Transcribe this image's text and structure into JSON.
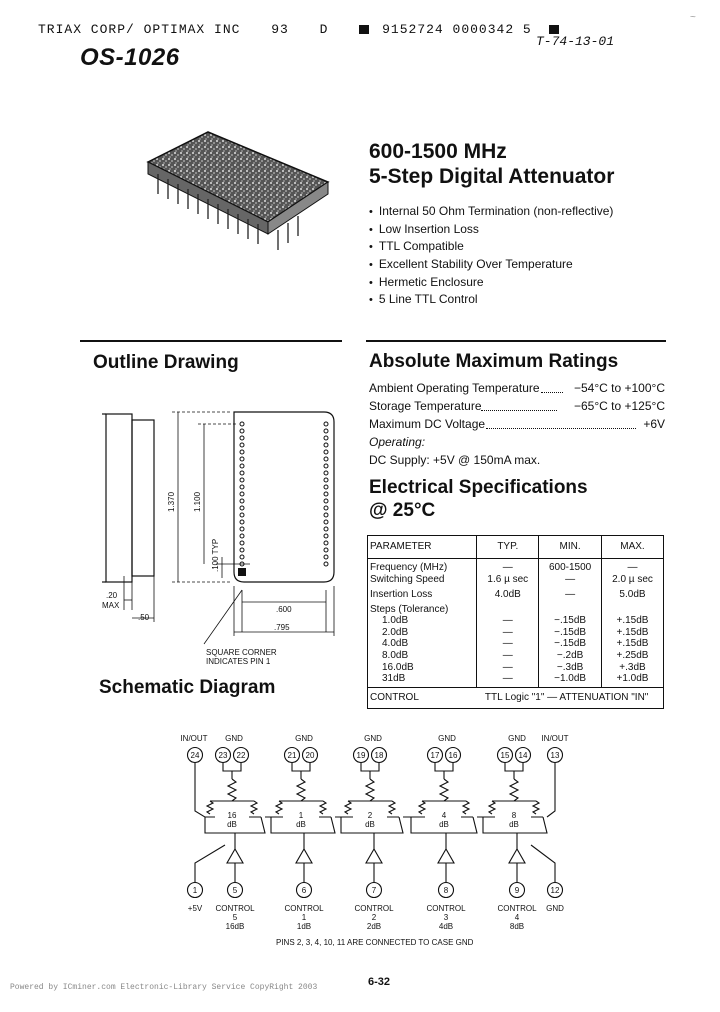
{
  "header": {
    "company": "TRIAX CORP/ OPTIMAX INC",
    "code1": "93",
    "code2": "D",
    "code3": "9152724 0000342 5",
    "handwritten_note": "T-74-13-01"
  },
  "product": {
    "model": "OS-1026",
    "title_line1": "600-1500 MHz",
    "title_line2": "5-Step Digital Attenuator"
  },
  "features": [
    "Internal 50 Ohm Termination (non-reflective)",
    "Low Insertion Loss",
    "TTL Compatible",
    "Excellent Stability Over Temperature",
    "Hermetic Enclosure",
    "5 Line TTL Control"
  ],
  "outline_drawing": {
    "title": "Outline Drawing",
    "dims": {
      "height": "1.370",
      "inner_height": "1.100",
      "pin_pitch": ".100 TYP",
      "standoff": ".20",
      "standoff_label": "MAX",
      "lead_offset": ".50",
      "row_spacing": ".600",
      "body_width": ".795"
    },
    "note_line1": "SQUARE CORNER",
    "note_line2": "INDICATES PIN 1"
  },
  "ratings": {
    "title": "Absolute Maximum Ratings",
    "rows": [
      {
        "label": "Ambient Operating Temperature",
        "value": "−54°C to +100°C"
      },
      {
        "label": "Storage Temperature",
        "value": "−65°C to +125°C"
      },
      {
        "label": "Maximum DC Voltage",
        "value": "+6V"
      }
    ],
    "operating_label": "Operating:",
    "dc_supply": "DC Supply: +5V @ 150mA max."
  },
  "electrical": {
    "title_line1": "Electrical Specifications",
    "title_line2": "@ 25°C",
    "headers": [
      "PARAMETER",
      "TYP.",
      "MIN.",
      "MAX."
    ],
    "rows": [
      {
        "param": "Frequency (MHz)",
        "typ": "—",
        "min": "600-1500",
        "max": "—",
        "indent": false
      },
      {
        "param": "Switching Speed",
        "typ": "1.6 µ sec",
        "min": "—",
        "max": "2.0 µ sec",
        "indent": false
      },
      {
        "param": "Insertion Loss",
        "typ": "4.0dB",
        "min": "—",
        "max": "5.0dB",
        "indent": false
      },
      {
        "param": "Steps (Tolerance)",
        "typ": "",
        "min": "",
        "max": "",
        "indent": false
      },
      {
        "param": "1.0dB",
        "typ": "—",
        "min": "−.15dB",
        "max": "+.15dB",
        "indent": true
      },
      {
        "param": "2.0dB",
        "typ": "—",
        "min": "−.15dB",
        "max": "+.15dB",
        "indent": true
      },
      {
        "param": "4.0dB",
        "typ": "—",
        "min": "−.15dB",
        "max": "+.15dB",
        "indent": true
      },
      {
        "param": "8.0dB",
        "typ": "—",
        "min": "−.2dB",
        "max": "+.25dB",
        "indent": true
      },
      {
        "param": "16.0dB",
        "typ": "—",
        "min": "−.3dB",
        "max": "+.3dB",
        "indent": true
      },
      {
        "param": "31dB",
        "typ": "—",
        "min": "−1.0dB",
        "max": "+1.0dB",
        "indent": true
      }
    ],
    "control_label": "CONTROL",
    "control_value": "TTL Logic \"1\" — ATTENUATION \"IN\""
  },
  "schematic": {
    "title": "Schematic Diagram",
    "top_labels": [
      {
        "text": "IN/OUT",
        "pins": [
          "24"
        ]
      },
      {
        "text": "GND",
        "pins": [
          "23",
          "22"
        ]
      },
      {
        "text": "GND",
        "pins": [
          "21",
          "20"
        ]
      },
      {
        "text": "GND",
        "pins": [
          "19",
          "18"
        ]
      },
      {
        "text": "GND",
        "pins": [
          "17",
          "16"
        ]
      },
      {
        "text": "GND",
        "pins": [
          "15",
          "14"
        ]
      },
      {
        "text": "IN/OUT",
        "pins": [
          "13"
        ]
      }
    ],
    "stages": [
      {
        "val": "16",
        "unit": "dB"
      },
      {
        "val": "1",
        "unit": "dB"
      },
      {
        "val": "2",
        "unit": "dB"
      },
      {
        "val": "4",
        "unit": "dB"
      },
      {
        "val": "8",
        "unit": "dB"
      }
    ],
    "bottom_pins": [
      {
        "pin": "1",
        "lines": [
          "+5V"
        ]
      },
      {
        "pin": "5",
        "lines": [
          "CONTROL",
          "5",
          "16dB"
        ]
      },
      {
        "pin": "6",
        "lines": [
          "CONTROL",
          "1",
          "1dB"
        ]
      },
      {
        "pin": "7",
        "lines": [
          "CONTROL",
          "2",
          "2dB"
        ]
      },
      {
        "pin": "8",
        "lines": [
          "CONTROL",
          "3",
          "4dB"
        ]
      },
      {
        "pin": "9",
        "lines": [
          "CONTROL",
          "4",
          "8dB"
        ]
      },
      {
        "pin": "12",
        "lines": [
          "GND"
        ]
      }
    ],
    "footnote": "PINS 2, 3, 4, 10, 11 ARE CONNECTED TO CASE GND"
  },
  "page_number": "6-32",
  "watermark": "Powered by ICminer.com Electronic-Library Service CopyRight 2003"
}
